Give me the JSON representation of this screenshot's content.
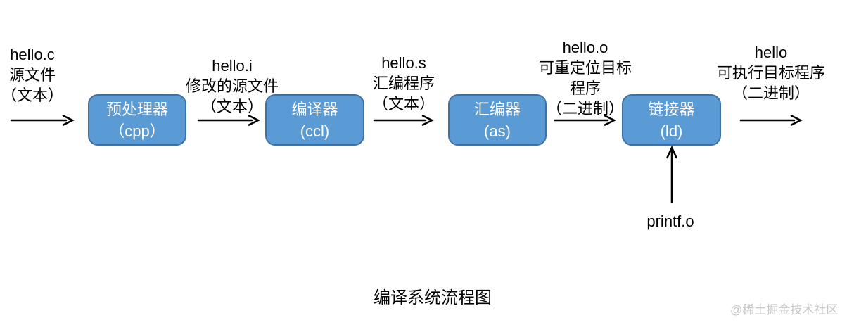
{
  "diagram": {
    "type": "flowchart",
    "caption": "编译系统流程图",
    "watermark": "@稀土掘金技术社区",
    "colors": {
      "box_fill": "#5b9bd5",
      "box_border": "#41719c",
      "arrow": "#000000",
      "text": "#000000",
      "watermark_text": "#c6c6c6"
    },
    "labels": [
      {
        "lines": [
          "hello.c",
          "源文件",
          "（文本）"
        ]
      },
      {
        "lines": [
          "hello.i",
          "修改的源文件",
          "（文本）"
        ]
      },
      {
        "lines": [
          "hello.s",
          "汇编程序",
          "（文本）"
        ]
      },
      {
        "lines": [
          "hello.o",
          "可重定位目标",
          "程序",
          "（二进制）"
        ]
      },
      {
        "lines": [
          "hello",
          "可执行目标程序",
          "（二进制）"
        ]
      }
    ],
    "boxes": [
      {
        "title": "预处理器",
        "subtitle": "（cpp）"
      },
      {
        "title": "编译器",
        "subtitle": "(ccl)"
      },
      {
        "title": "汇编器",
        "subtitle": "(as)"
      },
      {
        "title": "链接器",
        "subtitle": "(ld)"
      }
    ],
    "side_input": "printf.o"
  }
}
